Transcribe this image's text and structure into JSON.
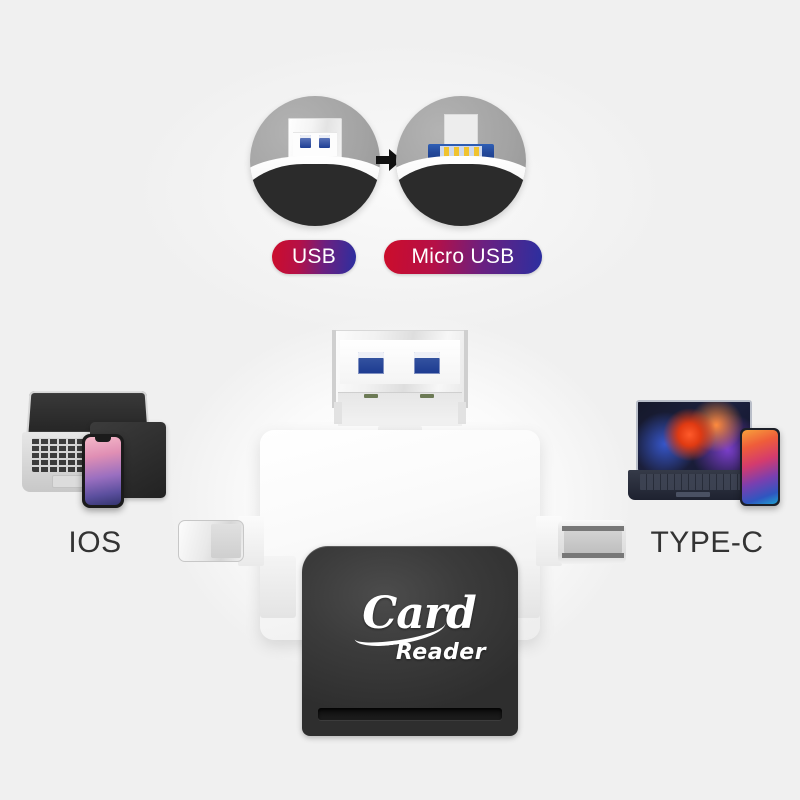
{
  "page": {
    "title": "Card Reader product feature image",
    "background_color": "#f0f0f0"
  },
  "callout": {
    "left_circle": {
      "icon": "usb-a-connector-icon",
      "description": "USB-A plug on gray circle"
    },
    "arrow": {
      "icon": "right-arrow-icon",
      "direction": "right"
    },
    "right_circle": {
      "icon": "micro-usb-connector-icon",
      "description": "Micro USB connector on gray circle"
    },
    "badges": [
      {
        "label": "USB",
        "gradient_from": "#cc0d2b",
        "gradient_to": "#2b2fa0"
      },
      {
        "label": "Micro USB",
        "gradient_from": "#cc0d2b",
        "gradient_to": "#2b2fa0"
      }
    ]
  },
  "device": {
    "logo_primary": "Card",
    "logo_secondary": "Reader",
    "body_color": "#ffffff",
    "faceplate_color": "#3b3b3b",
    "connectors": {
      "top": "usb-a-connector",
      "left": "lightning-connector",
      "right": "usb-type-c-connector",
      "bottom": "sd-card-slot"
    }
  },
  "features": [
    {
      "id": "ios",
      "caption": "IOS",
      "caption_color": "#333333",
      "devices": [
        "macbook",
        "ipad",
        "iphone-x"
      ]
    },
    {
      "id": "type-c",
      "caption": "TYPE-C",
      "caption_color": "#333333",
      "devices": [
        "gaming-laptop",
        "android-phone"
      ]
    }
  ]
}
